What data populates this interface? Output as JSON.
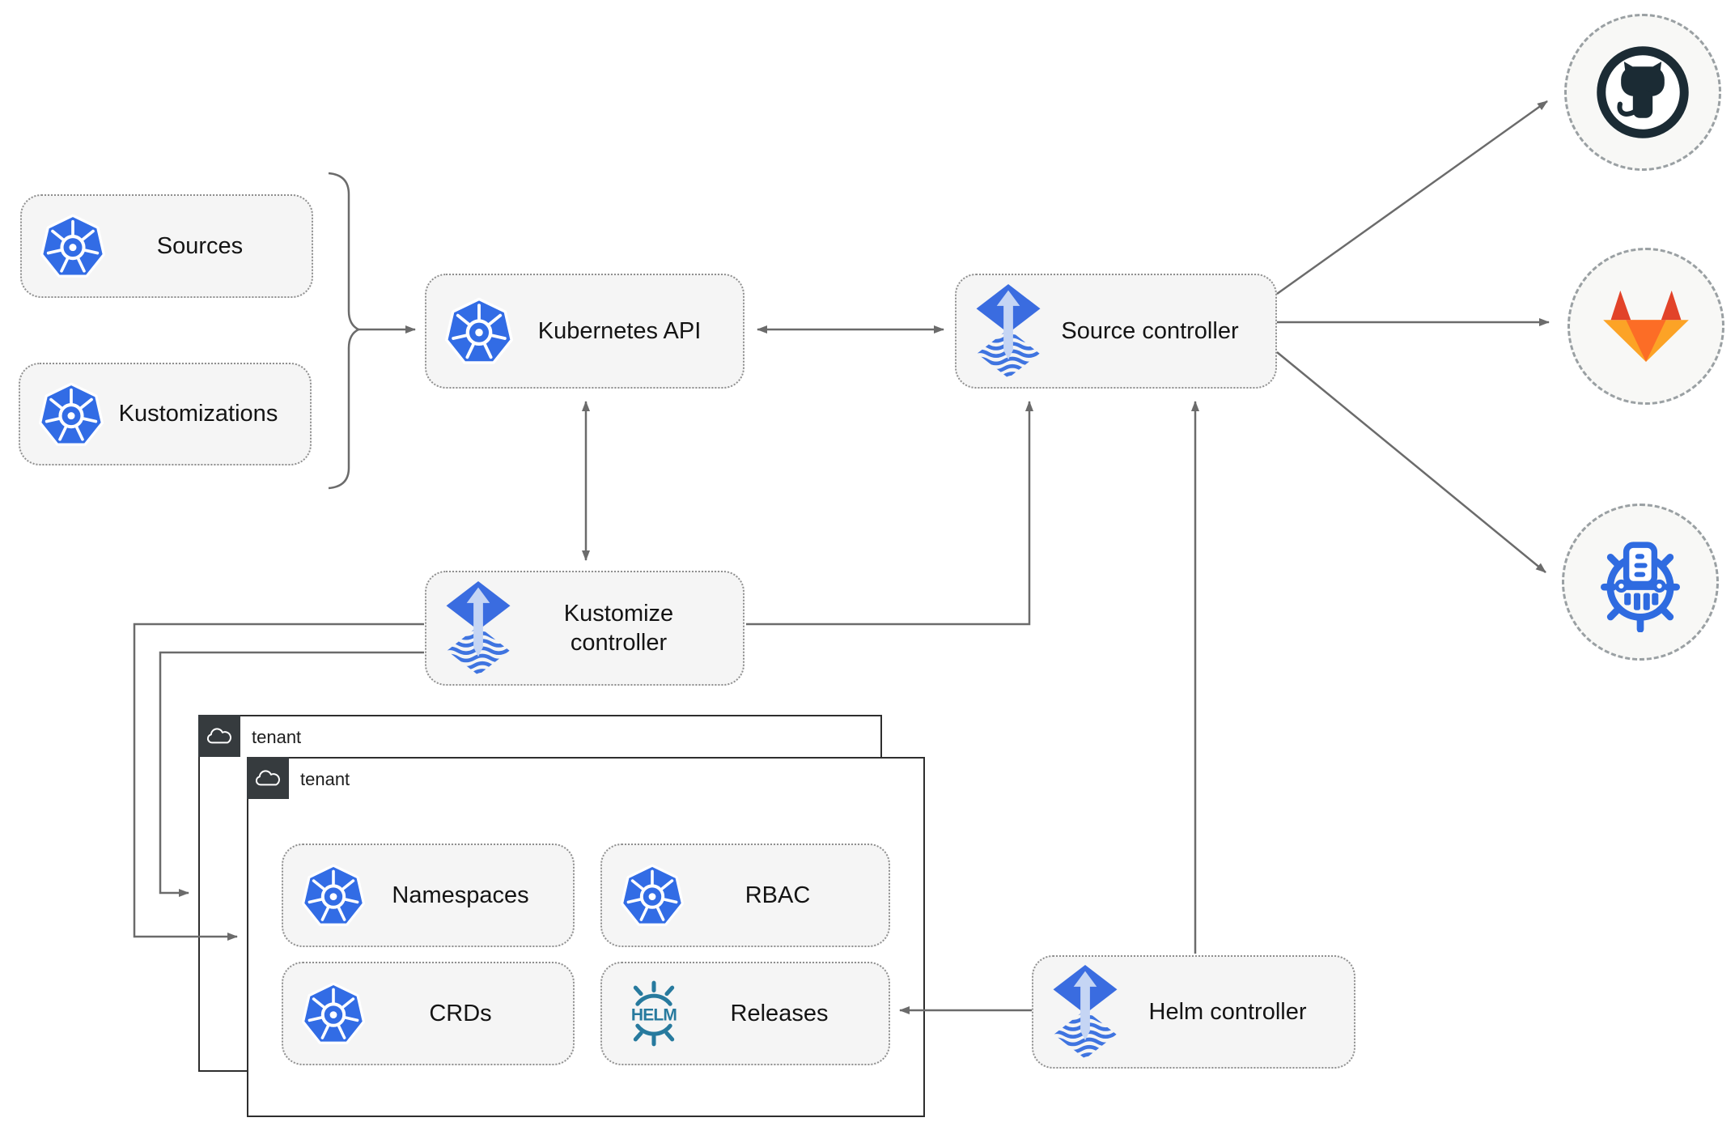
{
  "colors": {
    "node_fill": "#f5f5f5",
    "node_border": "#8f8f8f",
    "connector_gray": "#6b6b6b",
    "tenant_border": "#2e2e2e",
    "tenant_tab_dark": "#363b3e",
    "label_text": "#141414",
    "kubernetes_blue": "#326ce5",
    "flux_blue": "#3a6ce0",
    "flux_arrow_light": "#c5d5f4",
    "github_dark": "#1b2b34",
    "gitlab_dark_orange": "#e24329",
    "gitlab_orange": "#fc6d26",
    "gitlab_light_orange": "#fca326",
    "helm_teal": "#277a9e",
    "helm_repo_blue": "#2f6be0"
  },
  "icons": [
    "kubernetes-icon",
    "flux-icon",
    "cloud-icon",
    "github-icon",
    "gitlab-icon",
    "helm-icon",
    "helm-repository-icon"
  ],
  "nodes": {
    "sources": {
      "label": "Sources",
      "icon": "kubernetes-icon"
    },
    "kustomizations": {
      "label": "Kustomizations",
      "icon": "kubernetes-icon"
    },
    "kubernetes_api": {
      "label": "Kubernetes API",
      "icon": "kubernetes-icon"
    },
    "source_controller": {
      "label": "Source controller",
      "icon": "flux-icon"
    },
    "kustomize_controller": {
      "label": "Kustomize controller",
      "icon": "flux-icon"
    },
    "helm_controller": {
      "label": "Helm controller",
      "icon": "flux-icon"
    },
    "tenant_back": {
      "label": "tenant",
      "icon": "cloud-icon"
    },
    "tenant_front": {
      "label": "tenant",
      "icon": "cloud-icon"
    },
    "namespaces": {
      "label": "Namespaces",
      "icon": "kubernetes-icon"
    },
    "rbac": {
      "label": "RBAC",
      "icon": "kubernetes-icon"
    },
    "crds": {
      "label": "CRDs",
      "icon": "kubernetes-icon"
    },
    "releases": {
      "label": "Releases",
      "icon": "helm-icon"
    },
    "github": {
      "label": "",
      "icon": "github-icon"
    },
    "gitlab": {
      "label": "",
      "icon": "gitlab-icon"
    },
    "helm_repository": {
      "label": "",
      "icon": "helm-repository-icon"
    }
  },
  "edges": [
    {
      "from": "sources-and-kustomizations-bracket",
      "to": "kubernetes-api",
      "style": "arrow"
    },
    {
      "from": "kubernetes-api",
      "to": "source-controller",
      "style": "double-arrow"
    },
    {
      "from": "kubernetes-api",
      "to": "kustomize-controller",
      "style": "double-arrow"
    },
    {
      "from": "kustomize-controller",
      "to": "source-controller",
      "style": "arrow"
    },
    {
      "from": "kustomize-controller",
      "to": "tenant-front",
      "style": "arrow"
    },
    {
      "from": "kustomize-controller",
      "to": "tenant-back",
      "style": "arrow"
    },
    {
      "from": "helm-controller",
      "to": "source-controller",
      "style": "arrow"
    },
    {
      "from": "helm-controller",
      "to": "releases",
      "style": "arrow"
    },
    {
      "from": "source-controller",
      "to": "github",
      "style": "arrow"
    },
    {
      "from": "source-controller",
      "to": "gitlab",
      "style": "arrow"
    },
    {
      "from": "source-controller",
      "to": "helm-repository",
      "style": "arrow"
    }
  ]
}
